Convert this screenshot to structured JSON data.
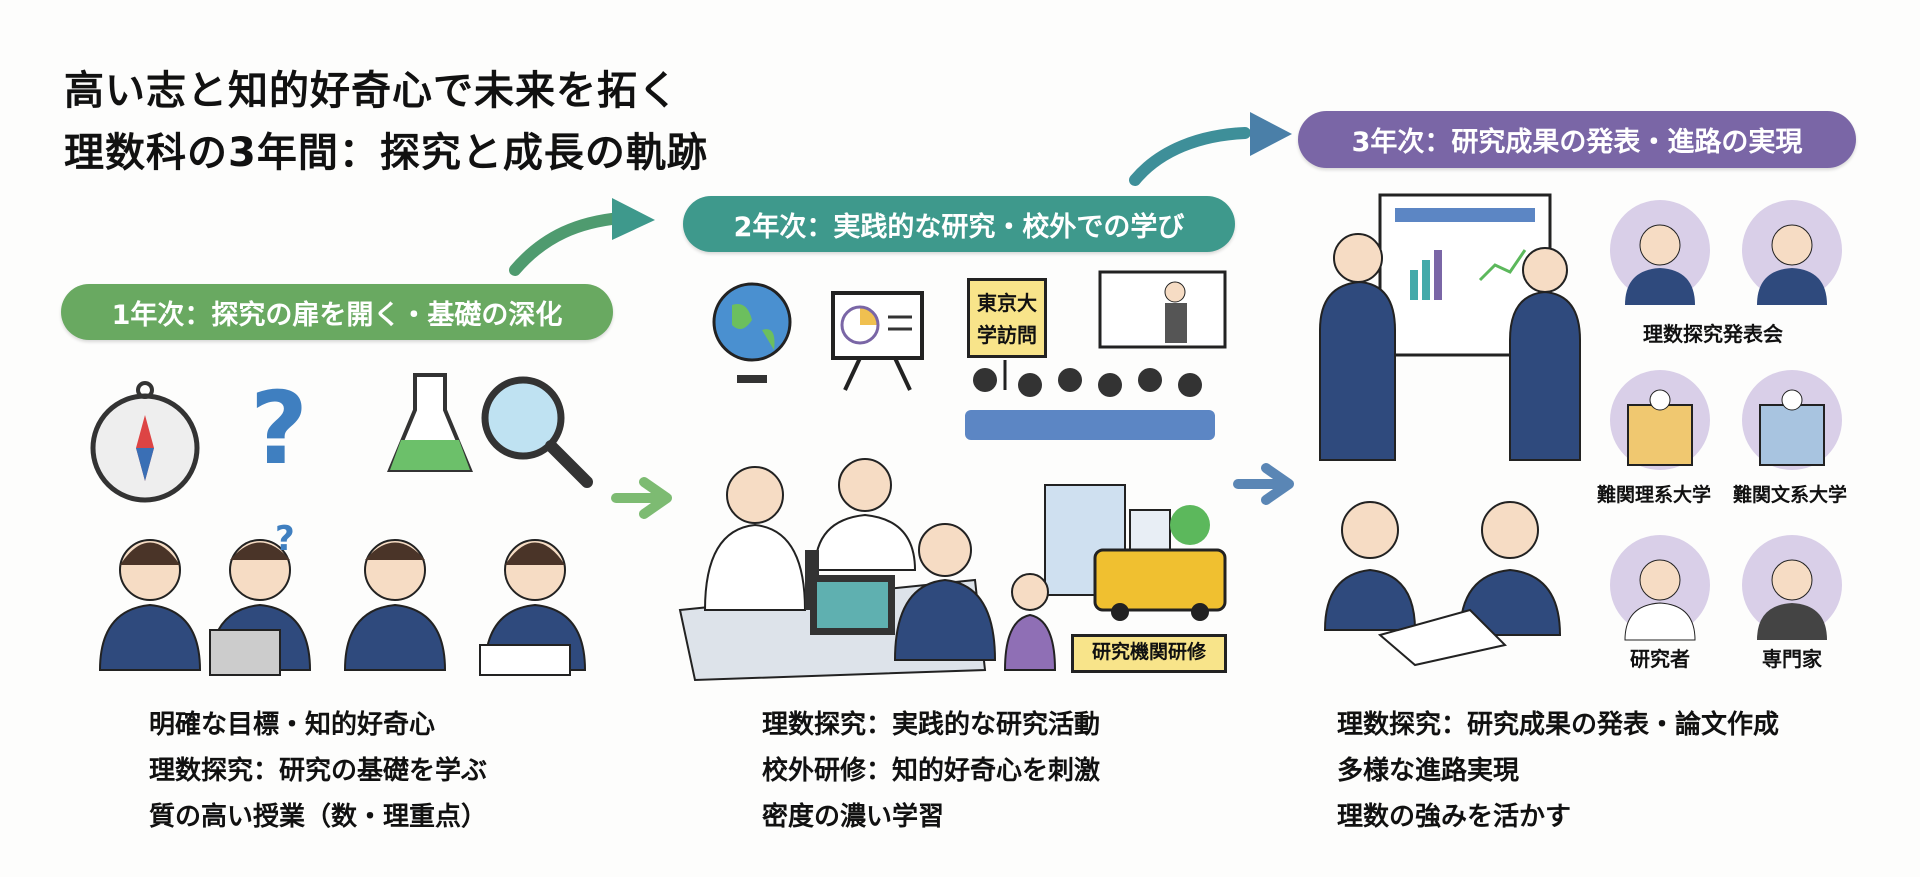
{
  "title": {
    "line1": "高い志と知的好奇心で未来を拓く",
    "line2": "理数科の3年間：探究と成長の軌跡"
  },
  "colors": {
    "year1": "#69a961",
    "year2": "#3e998c",
    "year3": "#7a66a6",
    "arrow_green": "#7dbb72",
    "arrow_blue": "#5a86b5"
  },
  "stages": [
    {
      "label": "1年次：探究の扉を開く・基礎の深化",
      "points": [
        "明確な目標・知的好奇心",
        "理数探究：研究の基礎を学ぶ",
        "質の高い授業（数・理重点）"
      ]
    },
    {
      "label": "2年次：実践的な研究・校外での学び",
      "points": [
        "理数探究：実践的な研究活動",
        "校外研修：知的好奇心を刺激",
        "密度の濃い学習"
      ],
      "signs": {
        "visit": "東京大学訪問",
        "training": "研究機関研修"
      }
    },
    {
      "label": "3年次：研究成果の発表・進路の実現",
      "points": [
        "理数探究：研究成果の発表・論文作成",
        "多様な進路実現",
        "理数の強みを活かす"
      ],
      "icons": {
        "presentation": "理数探究発表会",
        "science_univ": "難関理系大学",
        "humanities_univ": "難関文系大学",
        "researcher": "研究者",
        "expert": "専門家"
      }
    }
  ]
}
